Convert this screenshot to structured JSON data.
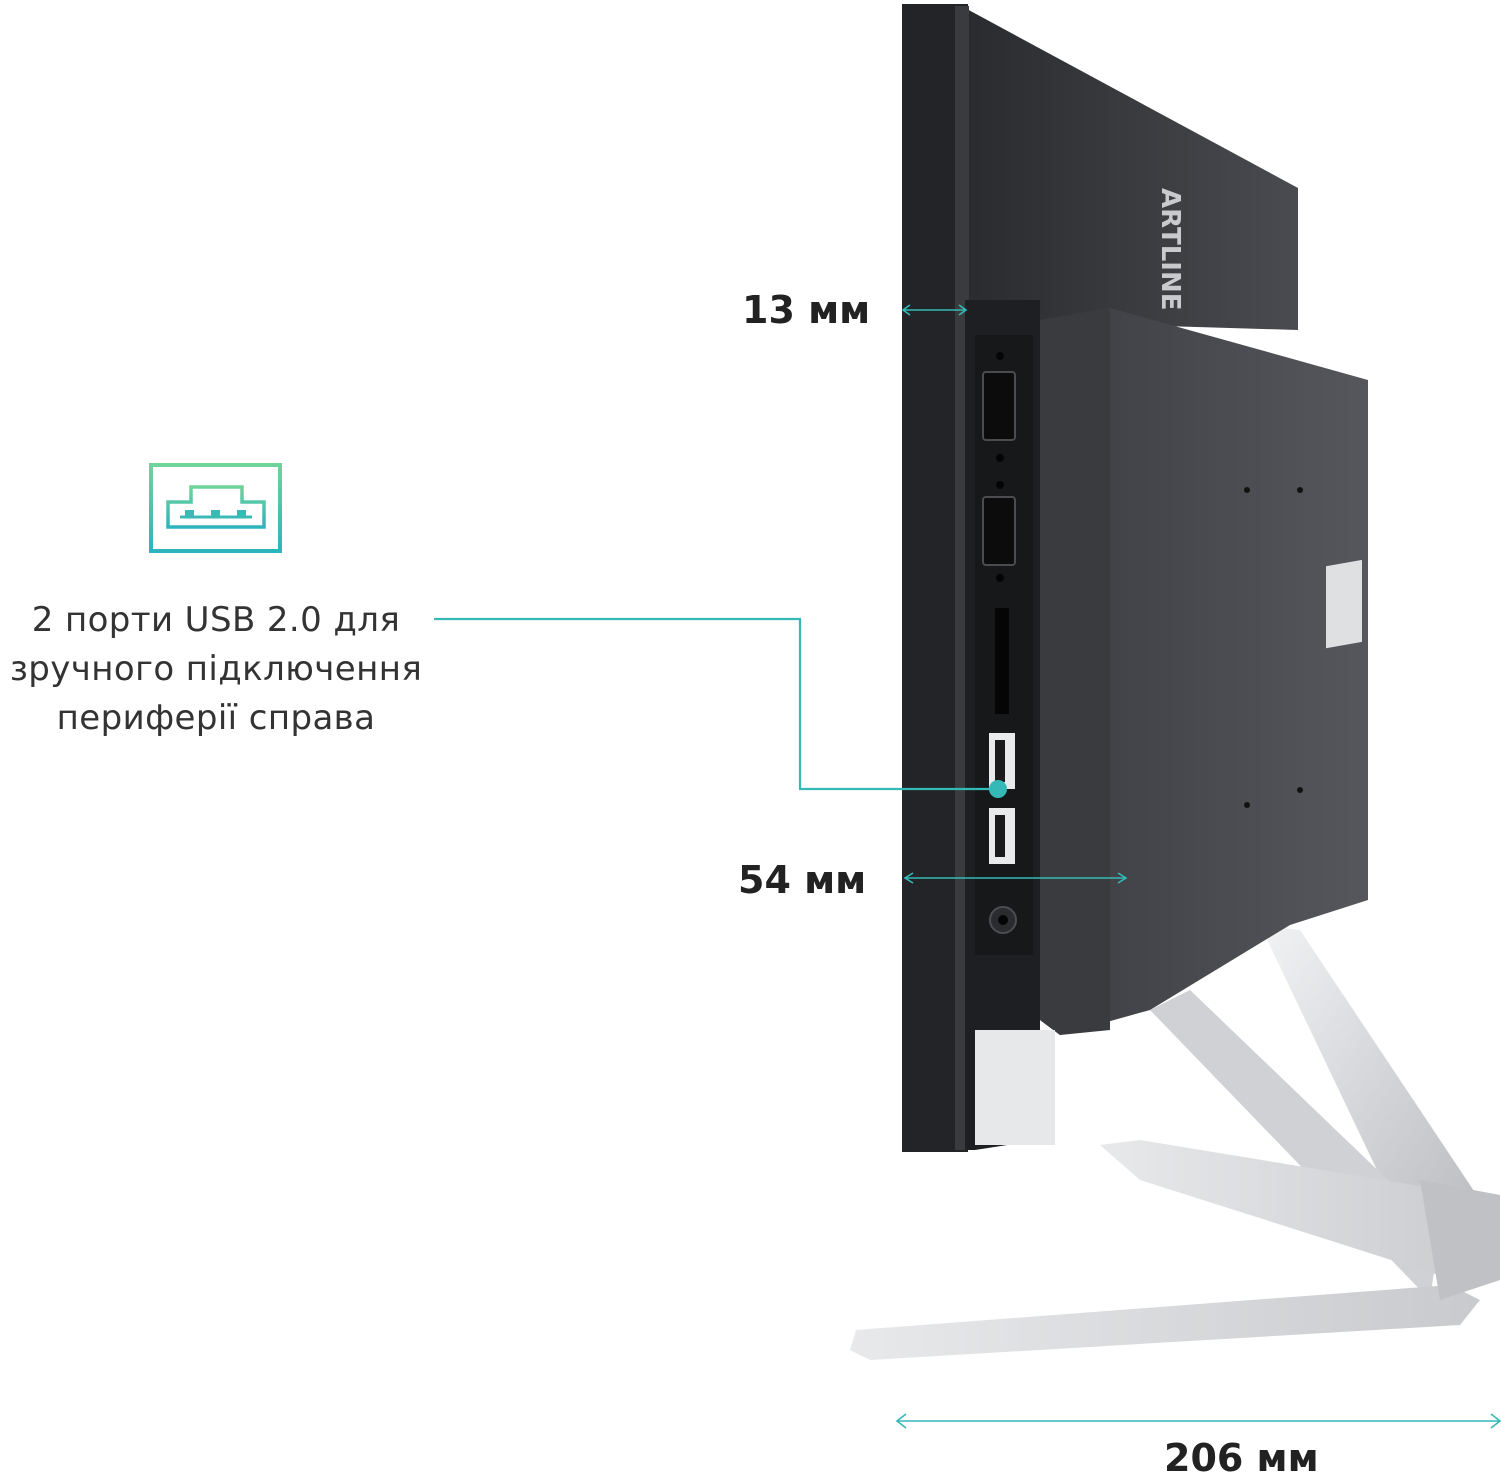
{
  "feature": {
    "icon": "usb-port-icon",
    "caption_lines": [
      "2 порти USB 2.0 для",
      "зручного підключення",
      "периферії справа"
    ]
  },
  "dimensions": {
    "screen_thickness": "13 мм",
    "body_thickness": "54 мм",
    "stand_depth": "206 мм"
  },
  "brand": {
    "logo_text": "ARTLINE"
  },
  "colors": {
    "accent": "#35b9b7",
    "accent_light": "#6fd39a",
    "text": "#333333",
    "device_dark": "#2b2c2f",
    "stand_silver": "#d9dadc"
  }
}
